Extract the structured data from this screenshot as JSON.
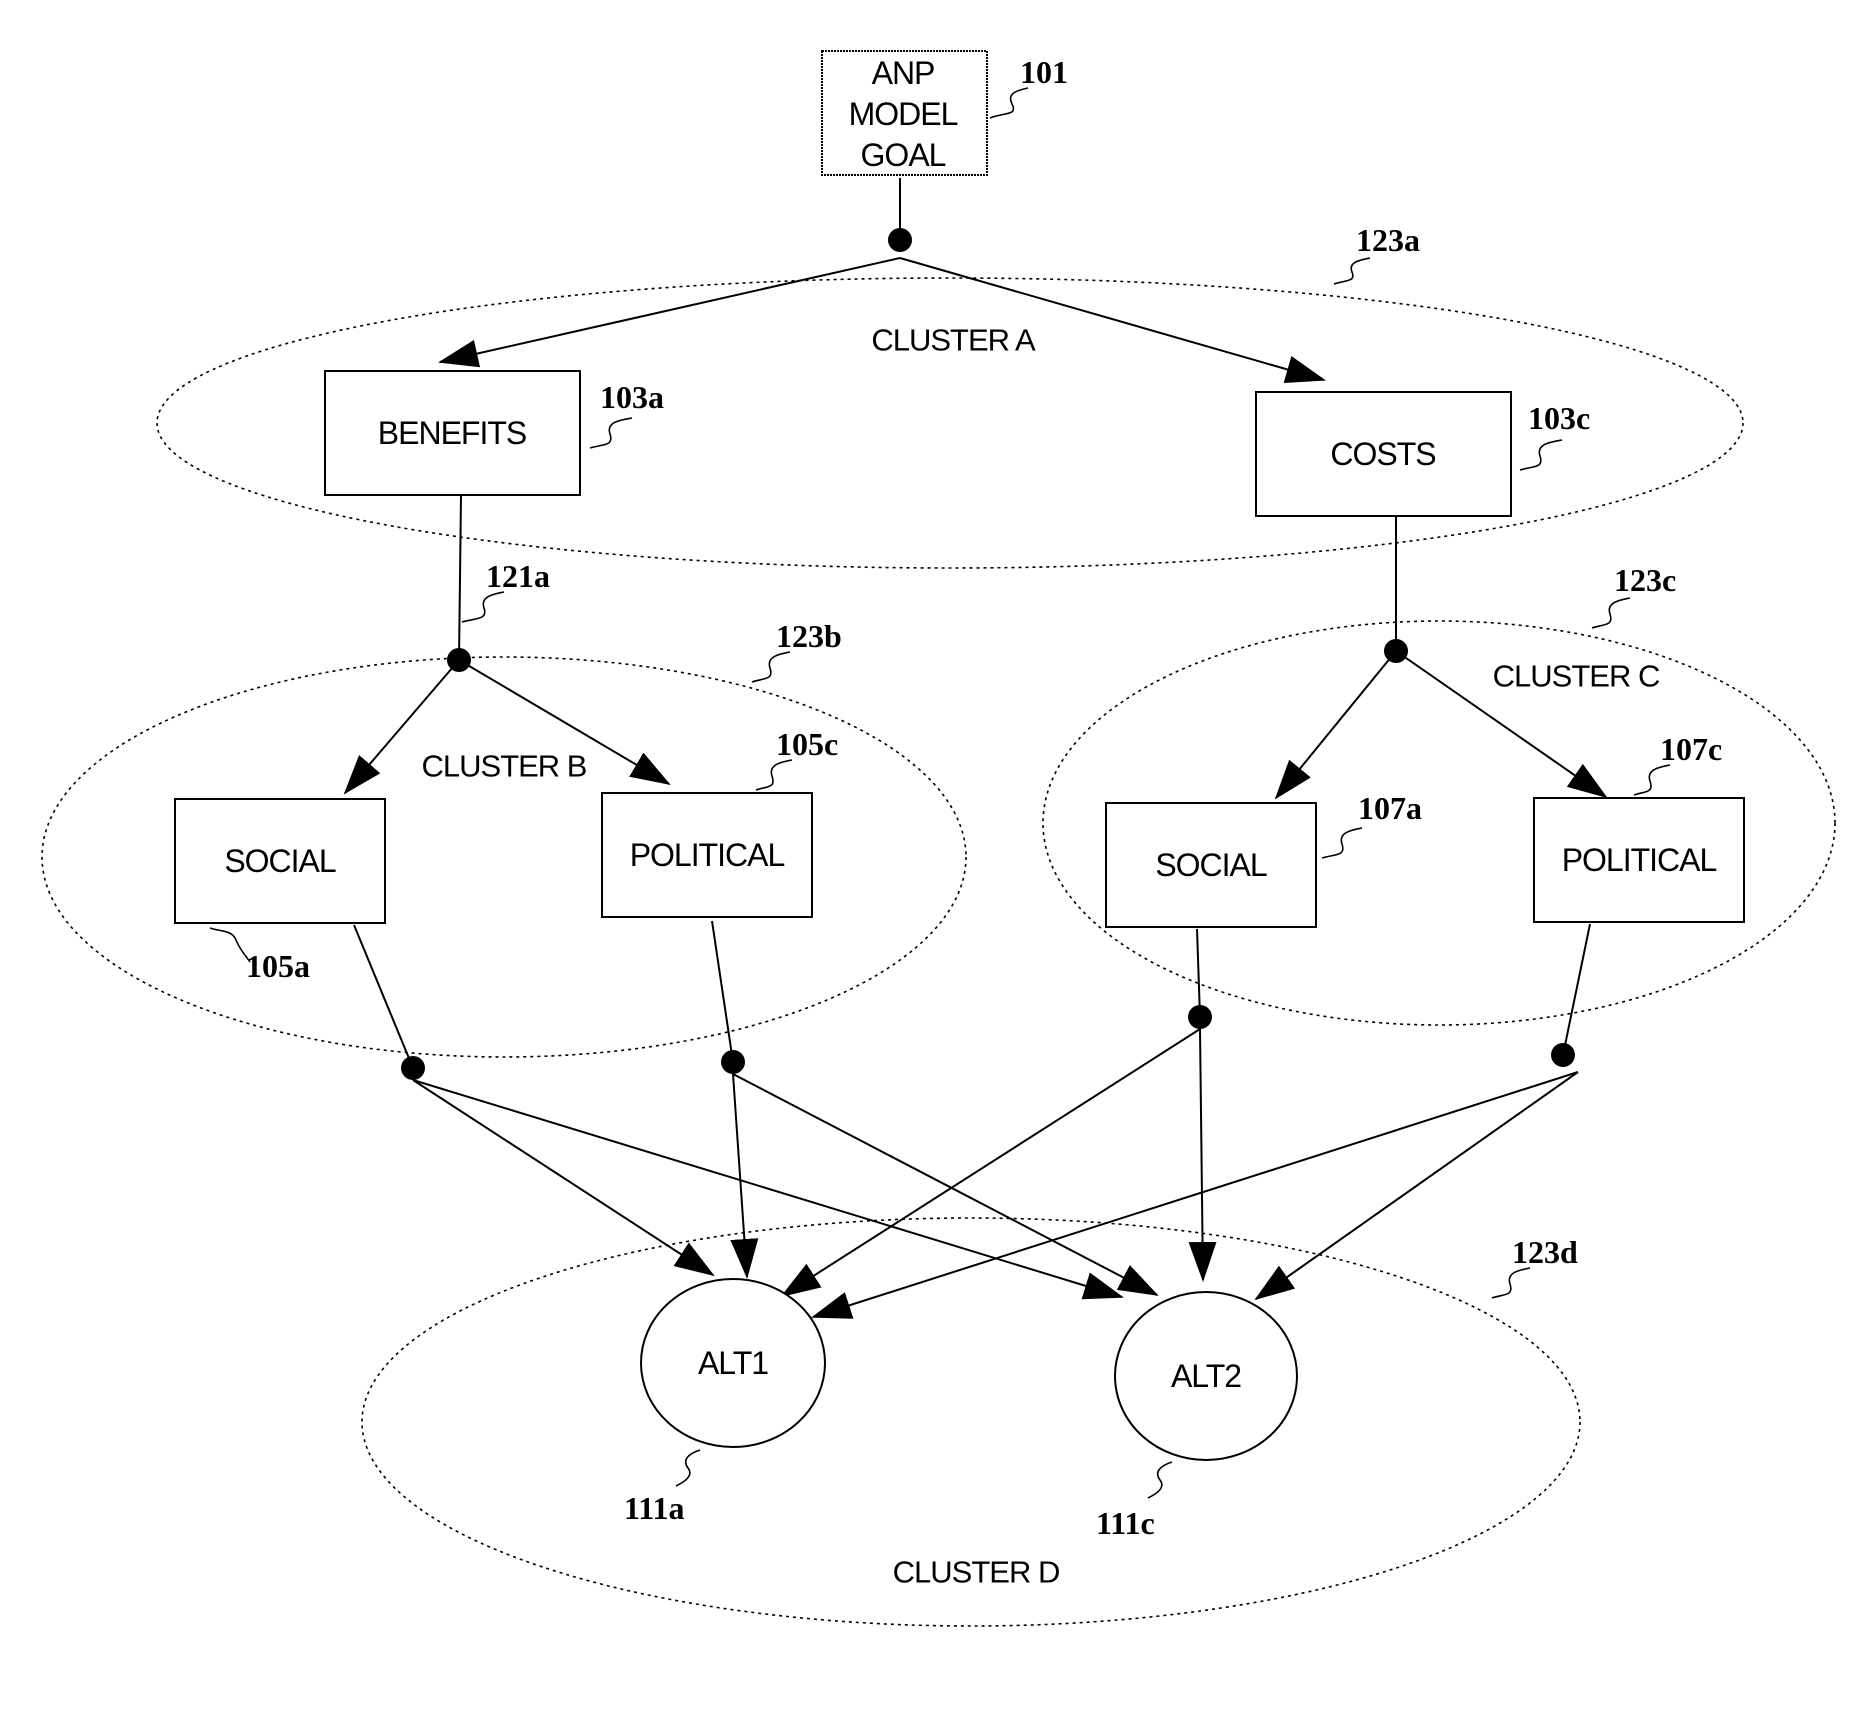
{
  "goal": {
    "lines": [
      "ANP",
      "MODEL",
      "GOAL"
    ],
    "ref": "101"
  },
  "clusters": {
    "a": {
      "label": "CLUSTER A",
      "ref": "123a"
    },
    "b": {
      "label": "CLUSTER B",
      "ref": "123b"
    },
    "c": {
      "label": "CLUSTER C",
      "ref": "123c"
    },
    "d": {
      "label": "CLUSTER D",
      "ref": "123d"
    }
  },
  "nodes": {
    "benefits": {
      "label": "BENEFITS",
      "ref": "103a"
    },
    "costs": {
      "label": "COSTS",
      "ref": "103c"
    },
    "social_b": {
      "label": "SOCIAL",
      "ref": "105a"
    },
    "political_b": {
      "label": "POLITICAL",
      "ref": "105c"
    },
    "social_c": {
      "label": "SOCIAL",
      "ref": "107a"
    },
    "political_c": {
      "label": "POLITICAL",
      "ref": "107c"
    },
    "alt1": {
      "label": "ALT1",
      "ref": "111a"
    },
    "alt2": {
      "label": "ALT2",
      "ref": "111c"
    }
  },
  "connectors": {
    "benefits_link_ref": "121a"
  }
}
